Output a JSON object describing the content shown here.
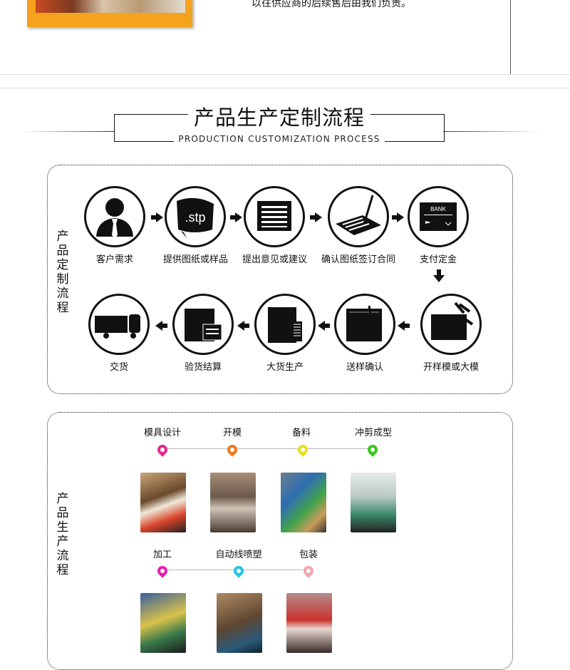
{
  "top": {
    "caption": "以往供应商的后续售后由我们负责。"
  },
  "header": {
    "title": "产品生产定制流程",
    "subtitle": "PRODUCTION CUSTOMIZATION PROCESS"
  },
  "custom_flow": {
    "side_label": "产品定制流程",
    "steps_row1": [
      {
        "label": "客户需求",
        "icon": "person-icon"
      },
      {
        "label": "提供图纸或样品",
        "icon": "stp-file-icon"
      },
      {
        "label": "提出意见或建议",
        "icon": "document-list-icon"
      },
      {
        "label": "确认图纸签订合同",
        "icon": "sign-contract-icon"
      },
      {
        "label": "支付定金",
        "icon": "bank-card-icon"
      }
    ],
    "steps_row2": [
      {
        "label": "开样模或大模",
        "icon": "mold-tool-icon"
      },
      {
        "label": "送样确认",
        "icon": "testing-machine-icon"
      },
      {
        "label": "大货生产",
        "icon": "production-machine-icon"
      },
      {
        "label": "验货结算",
        "icon": "inspection-machine-icon"
      },
      {
        "label": "交货",
        "icon": "delivery-truck-icon"
      }
    ],
    "bank_text": "BANK",
    "stp_text": ".stp"
  },
  "production_flow": {
    "side_label": "产品生产流程",
    "row1": [
      {
        "label": "模具设计",
        "color": "#e8278f"
      },
      {
        "label": "开模",
        "color": "#ee7a1a"
      },
      {
        "label": "备料",
        "color": "#e8e020"
      },
      {
        "label": "冲剪成型",
        "color": "#37c81d"
      }
    ],
    "row2": [
      {
        "label": "加工",
        "color": "#e61fb0"
      },
      {
        "label": "自动线喷塑",
        "color": "#22c8e6"
      },
      {
        "label": "包装",
        "color": "#f2a6ad"
      }
    ]
  }
}
